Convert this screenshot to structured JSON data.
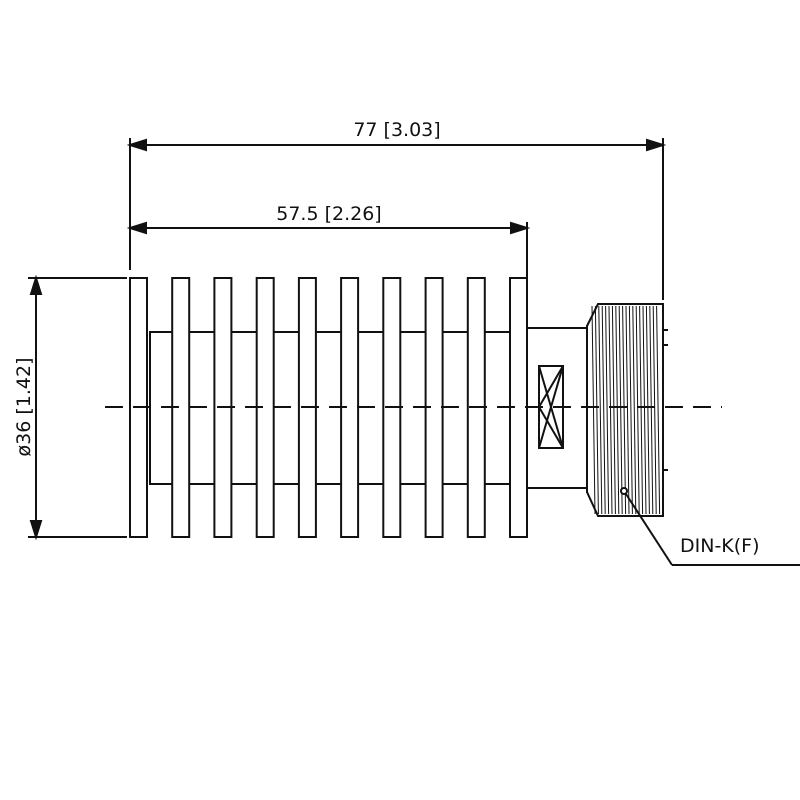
{
  "dimensions": {
    "overall_length": "77 [3.03]",
    "body_length": "57.5 [2.26]",
    "diameter": "ø36 [1.42]"
  },
  "callout": {
    "connector": "DIN-K(F)"
  },
  "drawing": {
    "fin_count": 10,
    "thread_count": 20,
    "line_color": "#111111"
  }
}
